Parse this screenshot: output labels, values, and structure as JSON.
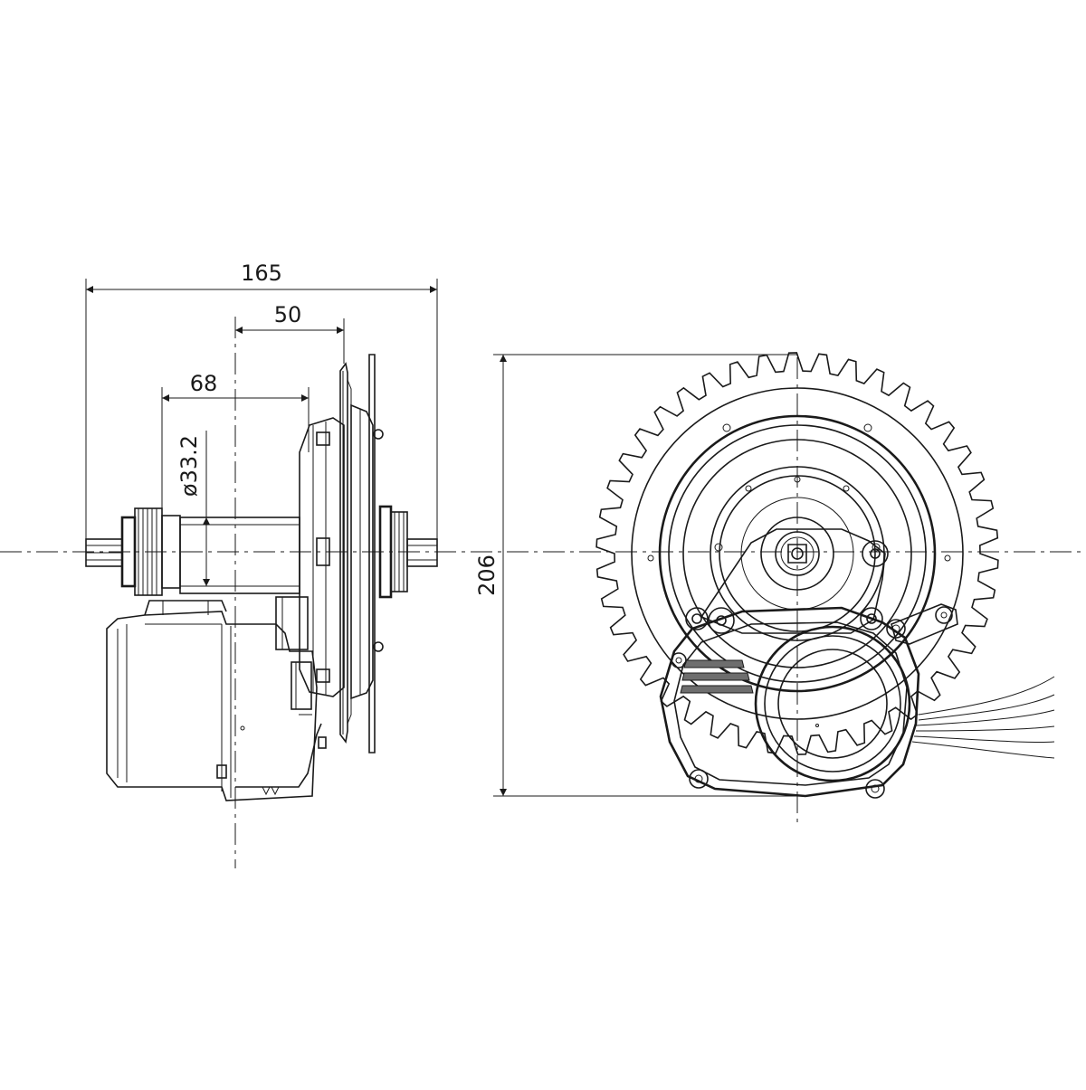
{
  "dimensions": {
    "overall_width": "165",
    "chainring_offset": "50",
    "spindle_section": "68",
    "spindle_diameter": "ø33.2",
    "height": "206"
  },
  "views": [
    {
      "name": "side-view"
    },
    {
      "name": "front-view"
    }
  ],
  "line_color": "#1a1a1a",
  "background": "#ffffff"
}
